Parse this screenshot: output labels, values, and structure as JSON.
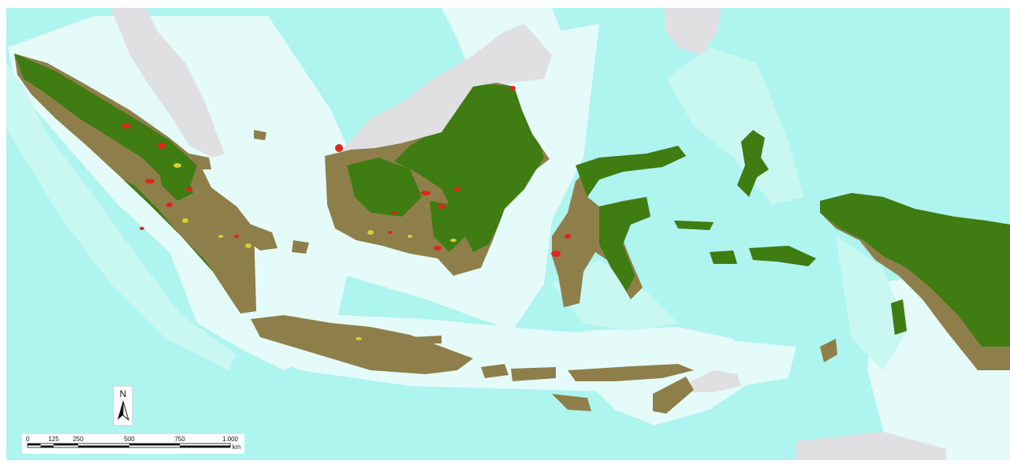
{
  "colors": {
    "frame": "#ffffff",
    "deep_sea": "#aef4ef",
    "shallow_sea": "#e4fbf9",
    "mid_sea": "#c9f7f1",
    "foreign_land": "#e0e0e2",
    "forest": "#3f7c12",
    "non_forest": "#8e7f4a",
    "deforestation": "#e0251b",
    "regrowth": "#d8d02c"
  },
  "north_arrow": {
    "label": "N"
  },
  "scale_bar": {
    "ticks": [
      "0",
      "125",
      "250",
      "500",
      "750",
      "1.000"
    ],
    "unit": "km"
  }
}
